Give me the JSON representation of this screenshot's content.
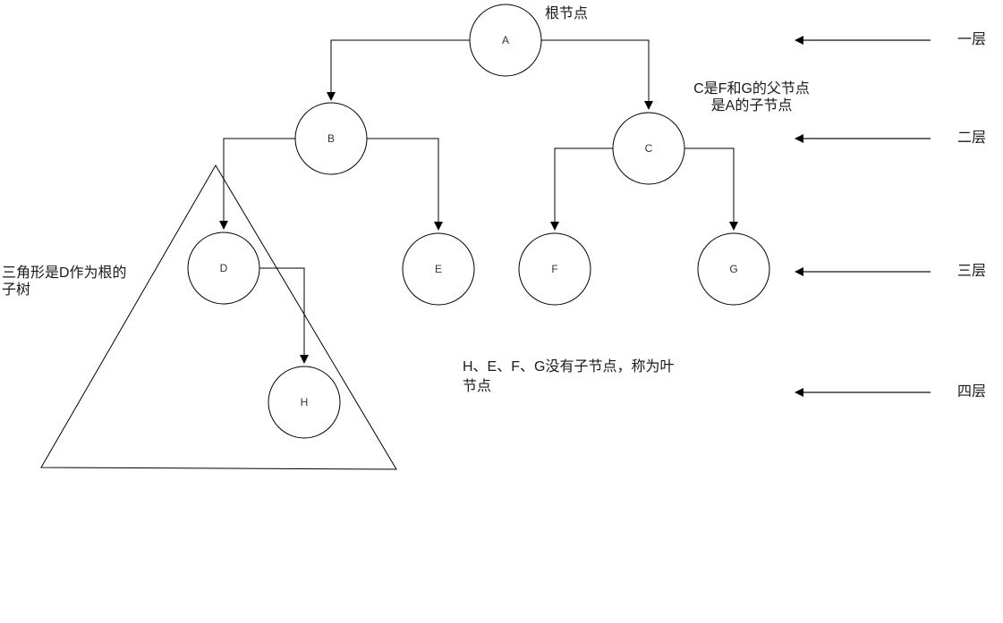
{
  "nodes": [
    {
      "id": "A",
      "label": "A"
    },
    {
      "id": "B",
      "label": "B"
    },
    {
      "id": "C",
      "label": "C"
    },
    {
      "id": "D",
      "label": "D"
    },
    {
      "id": "E",
      "label": "E"
    },
    {
      "id": "F",
      "label": "F"
    },
    {
      "id": "G",
      "label": "G"
    },
    {
      "id": "H",
      "label": "H"
    }
  ],
  "edges": [
    {
      "from": "A",
      "to": "B"
    },
    {
      "from": "A",
      "to": "C"
    },
    {
      "from": "B",
      "to": "D"
    },
    {
      "from": "B",
      "to": "E"
    },
    {
      "from": "C",
      "to": "F"
    },
    {
      "from": "C",
      "to": "G"
    },
    {
      "from": "D",
      "to": "H"
    }
  ],
  "annotations": {
    "root_note": "根节点",
    "c_note": "C是F和G的父节点\n是A的子节点",
    "triangle_note": "三角形是D作为根的\n子树",
    "leaf_note": "H、E、F、G没有子节点，称为叶\n节点"
  },
  "layers": [
    {
      "label": "一层"
    },
    {
      "label": "二层"
    },
    {
      "label": "三层"
    },
    {
      "label": "四层"
    }
  ],
  "colors": {
    "node_stroke": "#000000",
    "edge_stroke": "#000000",
    "layer_arrow_shaft": "#6b6b6b",
    "arrowhead": "#000000",
    "text": "#1a1a1a",
    "background": "#ffffff"
  }
}
